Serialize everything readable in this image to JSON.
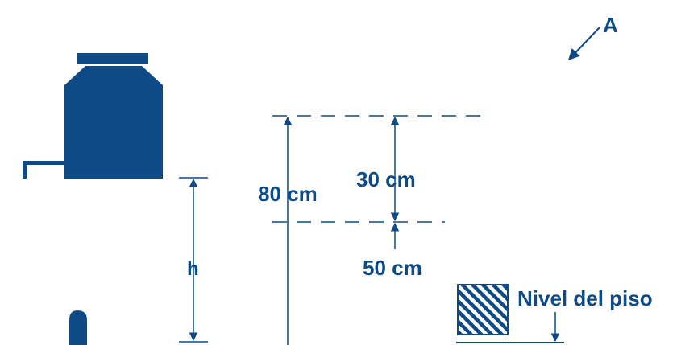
{
  "colors": {
    "primary": "#0d4a86",
    "background": "#ffffff"
  },
  "labels": {
    "point_a": "A",
    "height_80": "80 cm",
    "height_30": "30 cm",
    "height_50": "50 cm",
    "h": "h",
    "floor_level": "Nivel del piso"
  },
  "icons": {
    "tank": "water-tank-icon",
    "faucet": "faucet-icon",
    "floor": "floor-hatch-icon"
  }
}
